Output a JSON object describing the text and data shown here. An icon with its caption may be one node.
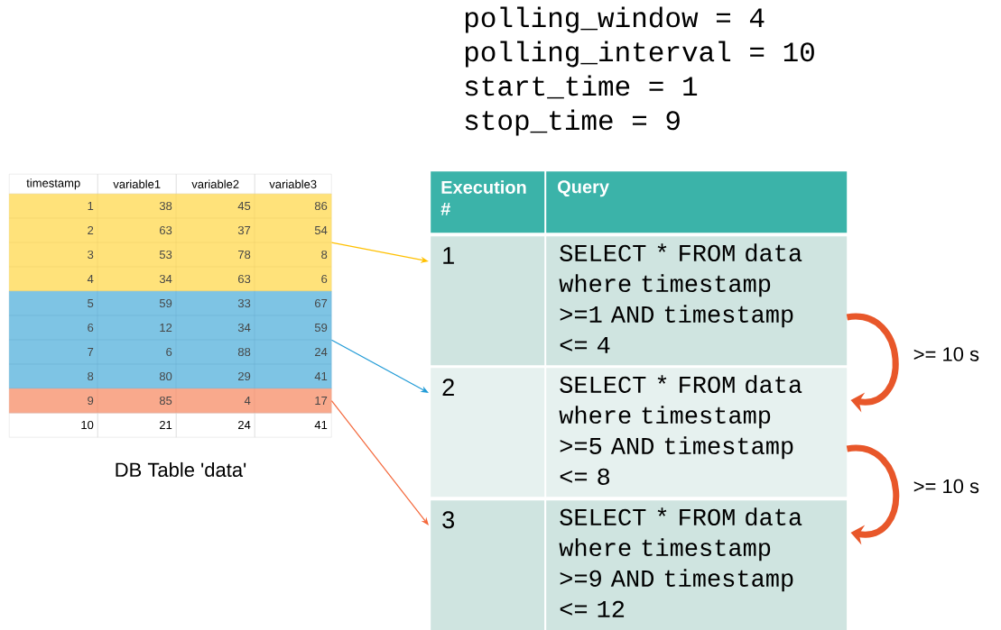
{
  "diagram": {
    "nodes": [
      {
        "text": [
          "1",
          "38",
          "45",
          "86",
          "2",
          "63",
          "37",
          "54",
          "3",
          "53",
          "78",
          "8",
          "4",
          "34",
          "63",
          "6"
        ]
      },
      {
        "text": [
          "5",
          "59",
          "33",
          "67",
          "6",
          "12",
          "34",
          "59",
          "7",
          "6",
          "88",
          "24",
          "8",
          "80",
          "29",
          "41"
        ]
      },
      {
        "text": [
          "9",
          "85",
          "4",
          "17"
        ]
      },
      {
        "text": [
          "1"
        ]
      },
      {
        "text": [
          "SELECT * FROM data where timestamp >=1 AND timestamp <= 4"
        ]
      },
      {
        "text": [
          "2"
        ]
      },
      {
        "text": [
          "SELECT * FROM data where timestamp >=5 AND timestamp <= 8"
        ]
      },
      {
        "text": [
          "3"
        ]
      },
      {
        "text": [
          "SELECT * FROM data where timestamp >=9 AND timestamp <= 12"
        ]
      }
    ],
    "edges": [
      {
        "from": 0,
        "to": 3,
        "arrow": "to",
        "color": "#ffc000"
      },
      {
        "from": 1,
        "to": 5,
        "arrow": "to",
        "color": "#1f9ad6"
      },
      {
        "from": 2,
        "to": 7,
        "arrow": "to",
        "color": "#f4673a"
      },
      {
        "from": 4,
        "to": 6,
        "arrow": "to",
        "label": ">= 10 s",
        "style": "thick",
        "color": "#e8572a"
      },
      {
        "from": 6,
        "to": 8,
        "arrow": "to",
        "label": ">= 10 s",
        "style": "thick",
        "color": "#e8572a"
      }
    ],
    "labels": [
      "polling_window = 4",
      "polling_interval = 10",
      "start_time = 1",
      "stop_time = 9",
      "timestamp",
      "variable1",
      "variable2",
      "variable3",
      "10",
      "21",
      "24",
      "41",
      "DB Table 'data'",
      "Execution #",
      "Query"
    ]
  }
}
